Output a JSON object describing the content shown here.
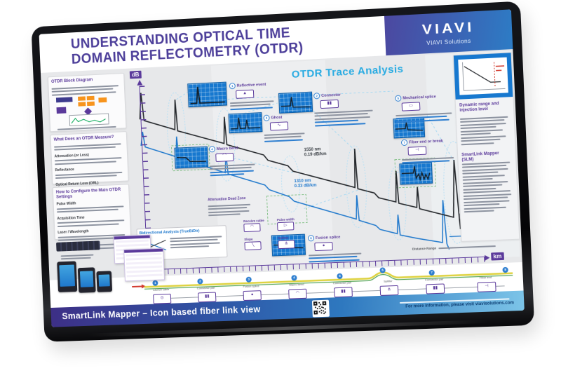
{
  "header": {
    "title_line1": "UNDERSTANDING OPTICAL TIME",
    "title_line2": "DOMAIN REFLECTOMETRY (OTDR)",
    "brand_logo": "VIAVI",
    "brand_tagline": "VIAVI Solutions"
  },
  "left": {
    "p1": {
      "heading": "OTDR Block Diagram"
    },
    "p2": {
      "heading": "What Does an OTDR Measure?",
      "items": [
        "Attenuation (or Loss)",
        "Reflectance",
        "Optical Return Loss (ORL)"
      ]
    },
    "p3": {
      "heading": "How to Configure the Main OTDR Settings",
      "items": [
        "Pulse Width",
        "Acquisition Time",
        "Laser / Wavelength"
      ]
    }
  },
  "chart": {
    "title": "OTDR Trace Analysis",
    "y_axis": "dB",
    "x_axis": "km",
    "x_caption": "Distance Range",
    "traces": [
      {
        "wavelength": "1550 nm",
        "slope": "0.19 dB/km"
      },
      {
        "wavelength": "1310 nm",
        "slope": "0.33 dB/km"
      }
    ],
    "callouts": [
      {
        "num": "1",
        "label": "Reflective event",
        "glyph": "▲"
      },
      {
        "num": "2",
        "label": "Connector",
        "glyph": "▮▮"
      },
      {
        "num": "3",
        "label": "Ghost",
        "glyph": "∿"
      },
      {
        "num": "4",
        "label": "Macro bend",
        "glyph": "⌒"
      },
      {
        "num": "5",
        "label": "Mechanical splice",
        "glyph": "▭"
      },
      {
        "num": "6",
        "label": "Fusion splice",
        "glyph": "●"
      },
      {
        "num": "7",
        "label": "Fiber end or break",
        "glyph": "⊣"
      }
    ],
    "legend": [
      {
        "label": "Receive cable",
        "glyph": "◠"
      },
      {
        "label": "Pulse width",
        "glyph": "▷"
      },
      {
        "label": "Slope",
        "glyph": "╲"
      },
      {
        "label": "Splitter",
        "glyph": "⋔"
      }
    ],
    "notes": {
      "adz": "Attenuation Dead Zone",
      "bidir": "Bidirectional Analysis (TrueBiDir)"
    }
  },
  "right": {
    "p1_heading": "Dynamic range and injection level",
    "p2_heading": "SmartLink Mapper (SLM)"
  },
  "smartlink": {
    "markers": [
      "1",
      "2",
      "3",
      "4",
      "5",
      "6",
      "7",
      "8"
    ],
    "icons": [
      {
        "label": "Launch cable",
        "glyph": "⊙"
      },
      {
        "label": "Connector pair",
        "glyph": "▮▮"
      },
      {
        "label": "Fusion splice",
        "glyph": "●"
      },
      {
        "label": "Macro bend",
        "glyph": "◠"
      },
      {
        "label": "Connector pair",
        "glyph": "▮▮"
      },
      {
        "label": "Splitter",
        "glyph": "⋔"
      },
      {
        "label": "Connector pair",
        "glyph": "▮▮"
      },
      {
        "label": "Fiber end",
        "glyph": "⊣"
      }
    ]
  },
  "footer": {
    "title": "SmartLink Mapper – Icon based fiber link view",
    "info": "For more information, please visit viavisolutions.com"
  },
  "colors": {
    "purple": "#5b3a9b",
    "cyan": "#29abe2",
    "blue": "#1f78cc",
    "orange": "#f7941d"
  }
}
